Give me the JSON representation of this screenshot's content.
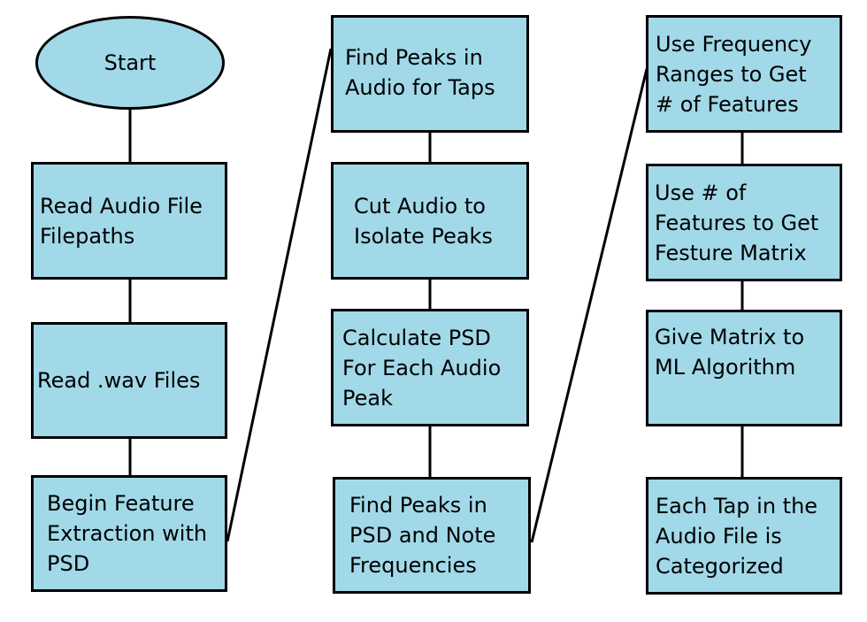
{
  "flowchart": {
    "start": "Start",
    "col1": {
      "read_filepaths": [
        "Read Audio File",
        "Filepaths"
      ],
      "read_wav": [
        "Read .wav Files"
      ],
      "begin_extraction": [
        "Begin Feature",
        "Extraction with",
        "PSD"
      ]
    },
    "col2": {
      "find_peaks_taps": [
        "Find Peaks in",
        "Audio for Taps"
      ],
      "cut_audio": [
        "Cut Audio to",
        "Isolate Peaks"
      ],
      "calc_psd": [
        "Calculate PSD",
        "For Each Audio",
        "Peak"
      ],
      "find_peaks_psd": [
        "Find Peaks in",
        "PSD and Note",
        "Frequencies"
      ]
    },
    "col3": {
      "freq_ranges": [
        "Use Frequency",
        "Ranges to Get",
        "# of Features"
      ],
      "feature_matrix": [
        "Use # of",
        "Features to Get",
        "Festure Matrix"
      ],
      "give_matrix": [
        "Give Matrix to",
        "ML Algorithm"
      ],
      "categorized": [
        "Each Tap in the",
        "Audio File is",
        "Categorized"
      ]
    }
  },
  "colors": {
    "fill": "#a1d9e9",
    "stroke": "#000000"
  }
}
